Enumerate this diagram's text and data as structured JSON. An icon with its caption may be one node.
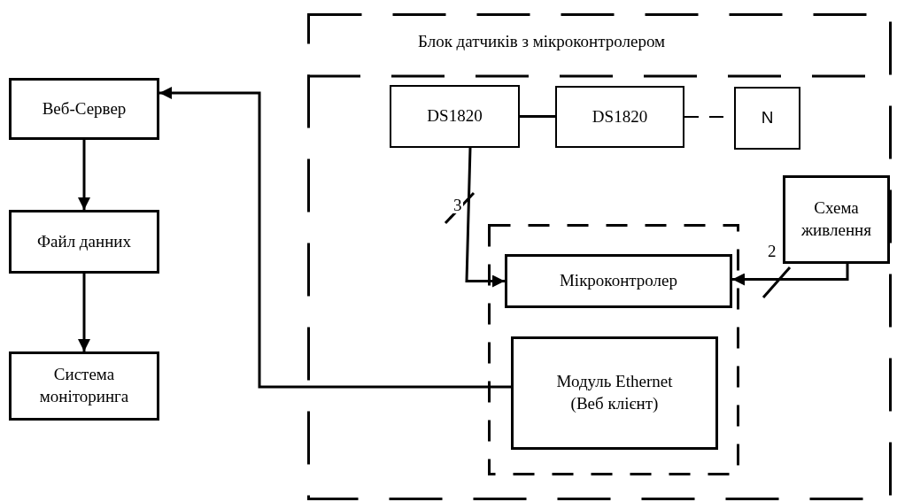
{
  "diagram": {
    "nodes": [
      {
        "text": [
          "Блок датчиків з мікроконтролером"
        ]
      },
      {
        "text": [
          "Веб-Сервер"
        ]
      },
      {
        "text": [
          "Файл данних"
        ]
      },
      {
        "text": [
          "Система моніторинга"
        ]
      },
      {
        "text": [
          "DS1820"
        ],
        "in": 0
      },
      {
        "text": [
          "DS1820"
        ],
        "in": 0
      },
      {
        "text": [
          "N"
        ],
        "in": 0
      },
      {
        "text": [
          "Схема живлення"
        ],
        "in": 0
      },
      {
        "text": [],
        "shape": "box",
        "in": 0
      },
      {
        "text": [
          "Мікроконтролер"
        ],
        "in": 8
      },
      {
        "text": [
          "Модуль Ethernet (Веб клієнт)"
        ],
        "in": 8
      }
    ],
    "edges": [
      {
        "from": 1,
        "to": 2,
        "arrow": "to"
      },
      {
        "from": 2,
        "to": 3,
        "arrow": "to"
      },
      {
        "from": 10,
        "to": 1,
        "arrow": "to"
      },
      {
        "from": 4,
        "to": 5,
        "arrow": "none"
      },
      {
        "from": 5,
        "to": 6,
        "arrow": "none",
        "style": "dashed"
      },
      {
        "from": 4,
        "to": 9,
        "arrow": "to",
        "label": "3"
      },
      {
        "from": 7,
        "to": 9,
        "arrow": "to",
        "label": "2"
      }
    ]
  }
}
